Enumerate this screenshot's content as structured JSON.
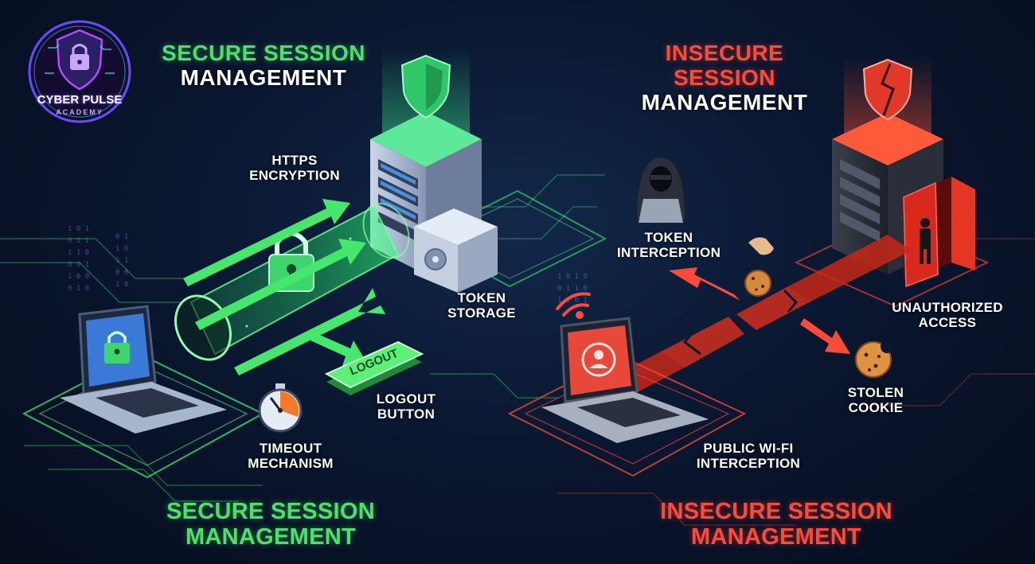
{
  "logo": {
    "line1": "CYBER PULSE",
    "line2": "ACADEMY"
  },
  "secure": {
    "title_line1": "SECURE SESSION",
    "title_line2": "MANAGEMENT",
    "https_line1": "HTTPS",
    "https_line2": "ENCRYPTION",
    "token_line1": "TOKEN",
    "token_line2": "STORAGE",
    "logout_badge": "LOGOUT",
    "logout_line1": "LOGOUT",
    "logout_line2": "BUTTON",
    "timeout_line1": "TIMEOUT",
    "timeout_line2": "MECHANISM",
    "bottom_title": "SECURE SESSION MANAGEMENT"
  },
  "insecure": {
    "title_line1": "INSECURE SESSION",
    "title_line2": "MANAGEMENT",
    "interception_line1": "TOKEN",
    "interception_line2": "INTERCEPTION",
    "unauth_line1": "UNAUTHORIZED",
    "unauth_line2": "ACCESS",
    "cookie_line1": "STOLEN",
    "cookie_line2": "COOKIE",
    "wifi_line1": "PUBLIC WI-FI",
    "wifi_line2": "INTERCEPTION",
    "bottom_title": "INSECURE SESSION MANAGEMENT"
  },
  "colors": {
    "secure_accent": "#4ee06b",
    "insecure_accent": "#ff4a3a",
    "background": "#0a1730"
  }
}
